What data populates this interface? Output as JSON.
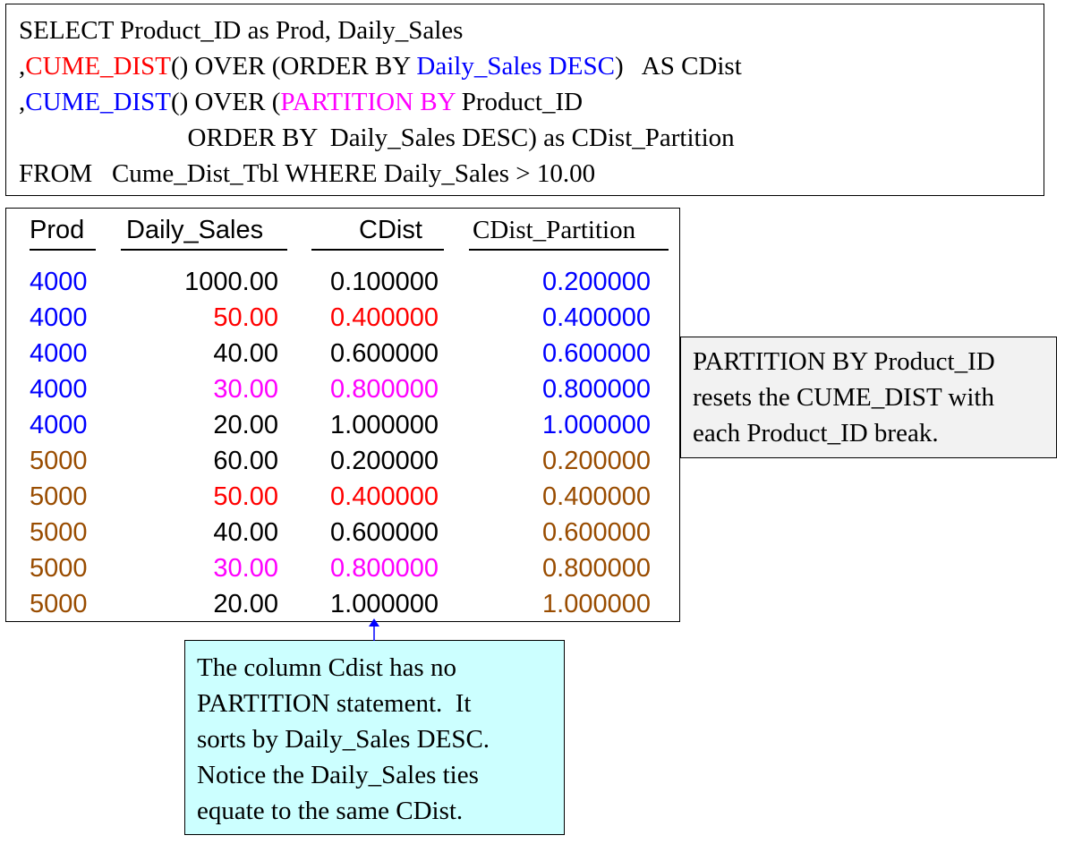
{
  "colors": {
    "blue": "#0000ff",
    "red": "#ff0000",
    "magenta": "#ff00ff",
    "brown": "#994c00",
    "black": "#000000"
  },
  "sql": [
    [
      {
        "t": "SELECT Product_ID as Prod, Daily_Sales",
        "c": "black"
      }
    ],
    [
      {
        "t": ",",
        "c": "black"
      },
      {
        "t": "CUME_DIST",
        "c": "red"
      },
      {
        "t": "() OVER (ORDER BY ",
        "c": "black"
      },
      {
        "t": "Daily_Sales DESC",
        "c": "blue"
      },
      {
        "t": ")   AS CDist",
        "c": "black"
      }
    ],
    [
      {
        "t": ",",
        "c": "black"
      },
      {
        "t": "CUME_DIST",
        "c": "blue"
      },
      {
        "t": "() OVER (",
        "c": "black"
      },
      {
        "t": "PARTITION BY ",
        "c": "magenta"
      },
      {
        "t": "Product_ID",
        "c": "black"
      }
    ],
    [
      {
        "t": "                          ORDER BY  Daily_Sales DESC) as CDist_Partition",
        "c": "black"
      }
    ],
    [
      {
        "t": "FROM   Cume_Dist_Tbl WHERE Daily_Sales > 10.00",
        "c": "black"
      }
    ]
  ],
  "table": {
    "headers": [
      "Prod",
      "Daily_Sales",
      "CDist",
      "CDist_Partition"
    ],
    "rows": [
      [
        {
          "v": "4000",
          "c": "blue"
        },
        {
          "v": "1000.00",
          "c": "black"
        },
        {
          "v": "0.100000",
          "c": "black"
        },
        {
          "v": "0.200000",
          "c": "blue"
        }
      ],
      [
        {
          "v": "4000",
          "c": "blue"
        },
        {
          "v": "50.00",
          "c": "red"
        },
        {
          "v": "0.400000",
          "c": "red"
        },
        {
          "v": "0.400000",
          "c": "blue"
        }
      ],
      [
        {
          "v": "4000",
          "c": "blue"
        },
        {
          "v": "40.00",
          "c": "black"
        },
        {
          "v": "0.600000",
          "c": "black"
        },
        {
          "v": "0.600000",
          "c": "blue"
        }
      ],
      [
        {
          "v": "4000",
          "c": "blue"
        },
        {
          "v": "30.00",
          "c": "magenta"
        },
        {
          "v": "0.800000",
          "c": "magenta"
        },
        {
          "v": "0.800000",
          "c": "blue"
        }
      ],
      [
        {
          "v": "4000",
          "c": "blue"
        },
        {
          "v": "20.00",
          "c": "black"
        },
        {
          "v": "1.000000",
          "c": "black"
        },
        {
          "v": "1.000000",
          "c": "blue"
        }
      ],
      [
        {
          "v": "5000",
          "c": "brown"
        },
        {
          "v": "60.00",
          "c": "black"
        },
        {
          "v": "0.200000",
          "c": "black"
        },
        {
          "v": "0.200000",
          "c": "brown"
        }
      ],
      [
        {
          "v": "5000",
          "c": "brown"
        },
        {
          "v": "50.00",
          "c": "red"
        },
        {
          "v": "0.400000",
          "c": "red"
        },
        {
          "v": "0.400000",
          "c": "brown"
        }
      ],
      [
        {
          "v": "5000",
          "c": "brown"
        },
        {
          "v": "40.00",
          "c": "black"
        },
        {
          "v": "0.600000",
          "c": "black"
        },
        {
          "v": "0.600000",
          "c": "brown"
        }
      ],
      [
        {
          "v": "5000",
          "c": "brown"
        },
        {
          "v": "30.00",
          "c": "magenta"
        },
        {
          "v": "0.800000",
          "c": "magenta"
        },
        {
          "v": "0.800000",
          "c": "brown"
        }
      ],
      [
        {
          "v": "5000",
          "c": "brown"
        },
        {
          "v": "20.00",
          "c": "black"
        },
        {
          "v": "1.000000",
          "c": "black"
        },
        {
          "v": "1.000000",
          "c": "brown"
        }
      ]
    ]
  },
  "partition_note": [
    "PARTITION BY Product_ID",
    "resets the CUME_DIST with",
    "each Product_ID break."
  ],
  "cdist_note": [
    "The column Cdist has no",
    "PARTITION statement.  It",
    "sorts by Daily_Sales DESC.",
    "Notice the Daily_Sales ties",
    "equate to the same CDist."
  ]
}
